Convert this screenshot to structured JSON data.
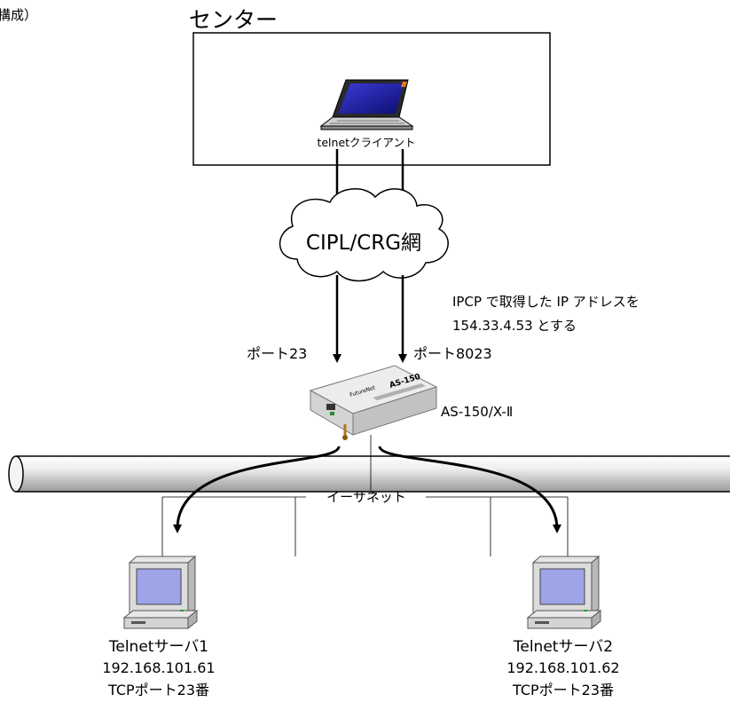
{
  "corner_label": "構成）",
  "center": {
    "title": "センター",
    "client_label": "telnetクライアント"
  },
  "network": {
    "label": "CIPL/CRG網"
  },
  "note": {
    "line1": "IPCP で取得した IP アドレスを",
    "line2": "154.33.4.53 とする"
  },
  "ports": {
    "left": "ポート23",
    "right": "ポート8023"
  },
  "router": {
    "label": "AS-150/X-Ⅱ",
    "brand": "FutureNet",
    "model": "AS-150"
  },
  "ethernet": {
    "label": "イーサネット"
  },
  "servers": [
    {
      "name": "Telnetサーバ1",
      "ip": "192.168.101.61",
      "port": "TCPポート23番"
    },
    {
      "name": "Telnetサーバ2",
      "ip": "192.168.101.62",
      "port": "TCPポート23番"
    }
  ],
  "colors": {
    "screen": "#1a1aa0",
    "monitor_screen": "#9fa3e8",
    "router_body": "#dcdcdc"
  }
}
